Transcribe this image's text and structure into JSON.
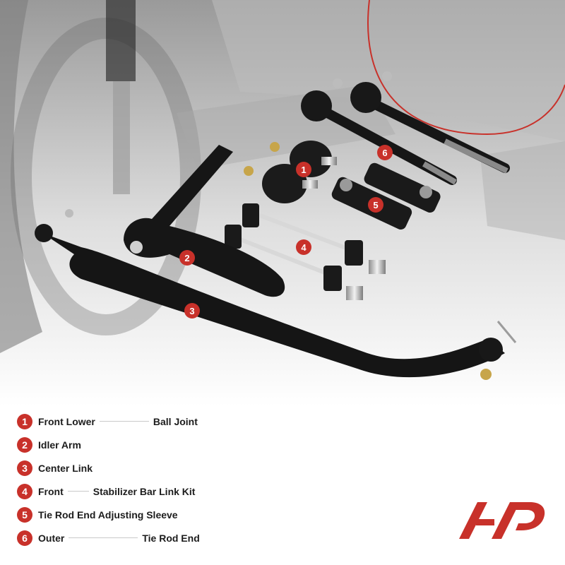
{
  "legend": [
    {
      "num": "1",
      "a": "Front Lower",
      "b": "Ball Joint"
    },
    {
      "num": "2",
      "a": "Idler Arm",
      "b": ""
    },
    {
      "num": "3",
      "a": "Center Link",
      "b": ""
    },
    {
      "num": "4",
      "a": "Front",
      "b": "Stabilizer Bar Link Kit"
    },
    {
      "num": "5",
      "a": "Tie Rod End Adjusting Sleeve",
      "b": ""
    },
    {
      "num": "6",
      "a": "Outer",
      "b": "Tie Rod End"
    }
  ],
  "callouts": [
    "1",
    "2",
    "3",
    "4",
    "5",
    "6"
  ],
  "colors": {
    "accent": "#c8312a",
    "part": "#141414",
    "metal": "#c8c8c8"
  }
}
